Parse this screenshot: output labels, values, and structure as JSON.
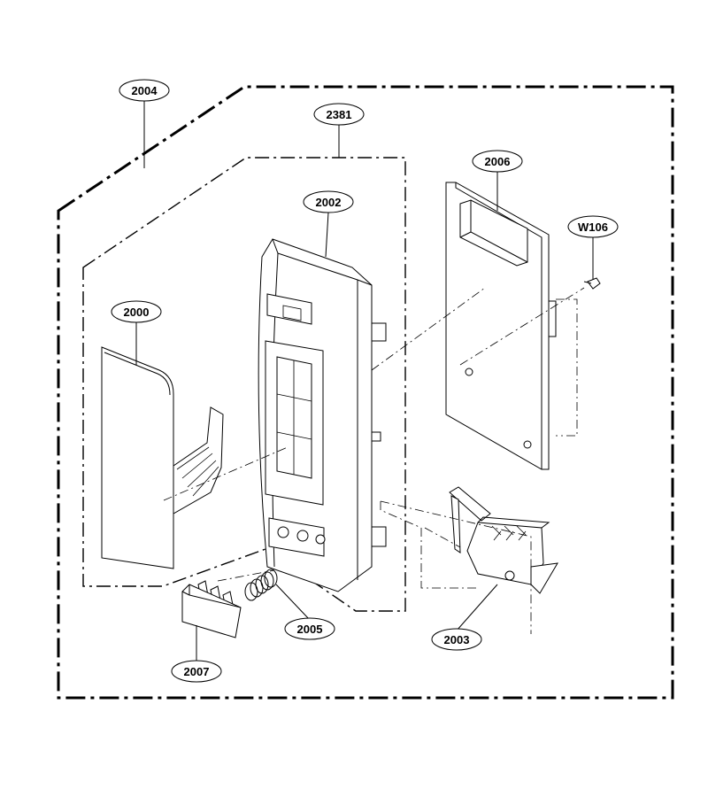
{
  "labels": {
    "p2004": "2004",
    "p2381": "2381",
    "p2002": "2002",
    "p2006": "2006",
    "w106": "W106",
    "p2000": "2000",
    "p2005": "2005",
    "p2003": "2003",
    "p2007": "2007"
  }
}
